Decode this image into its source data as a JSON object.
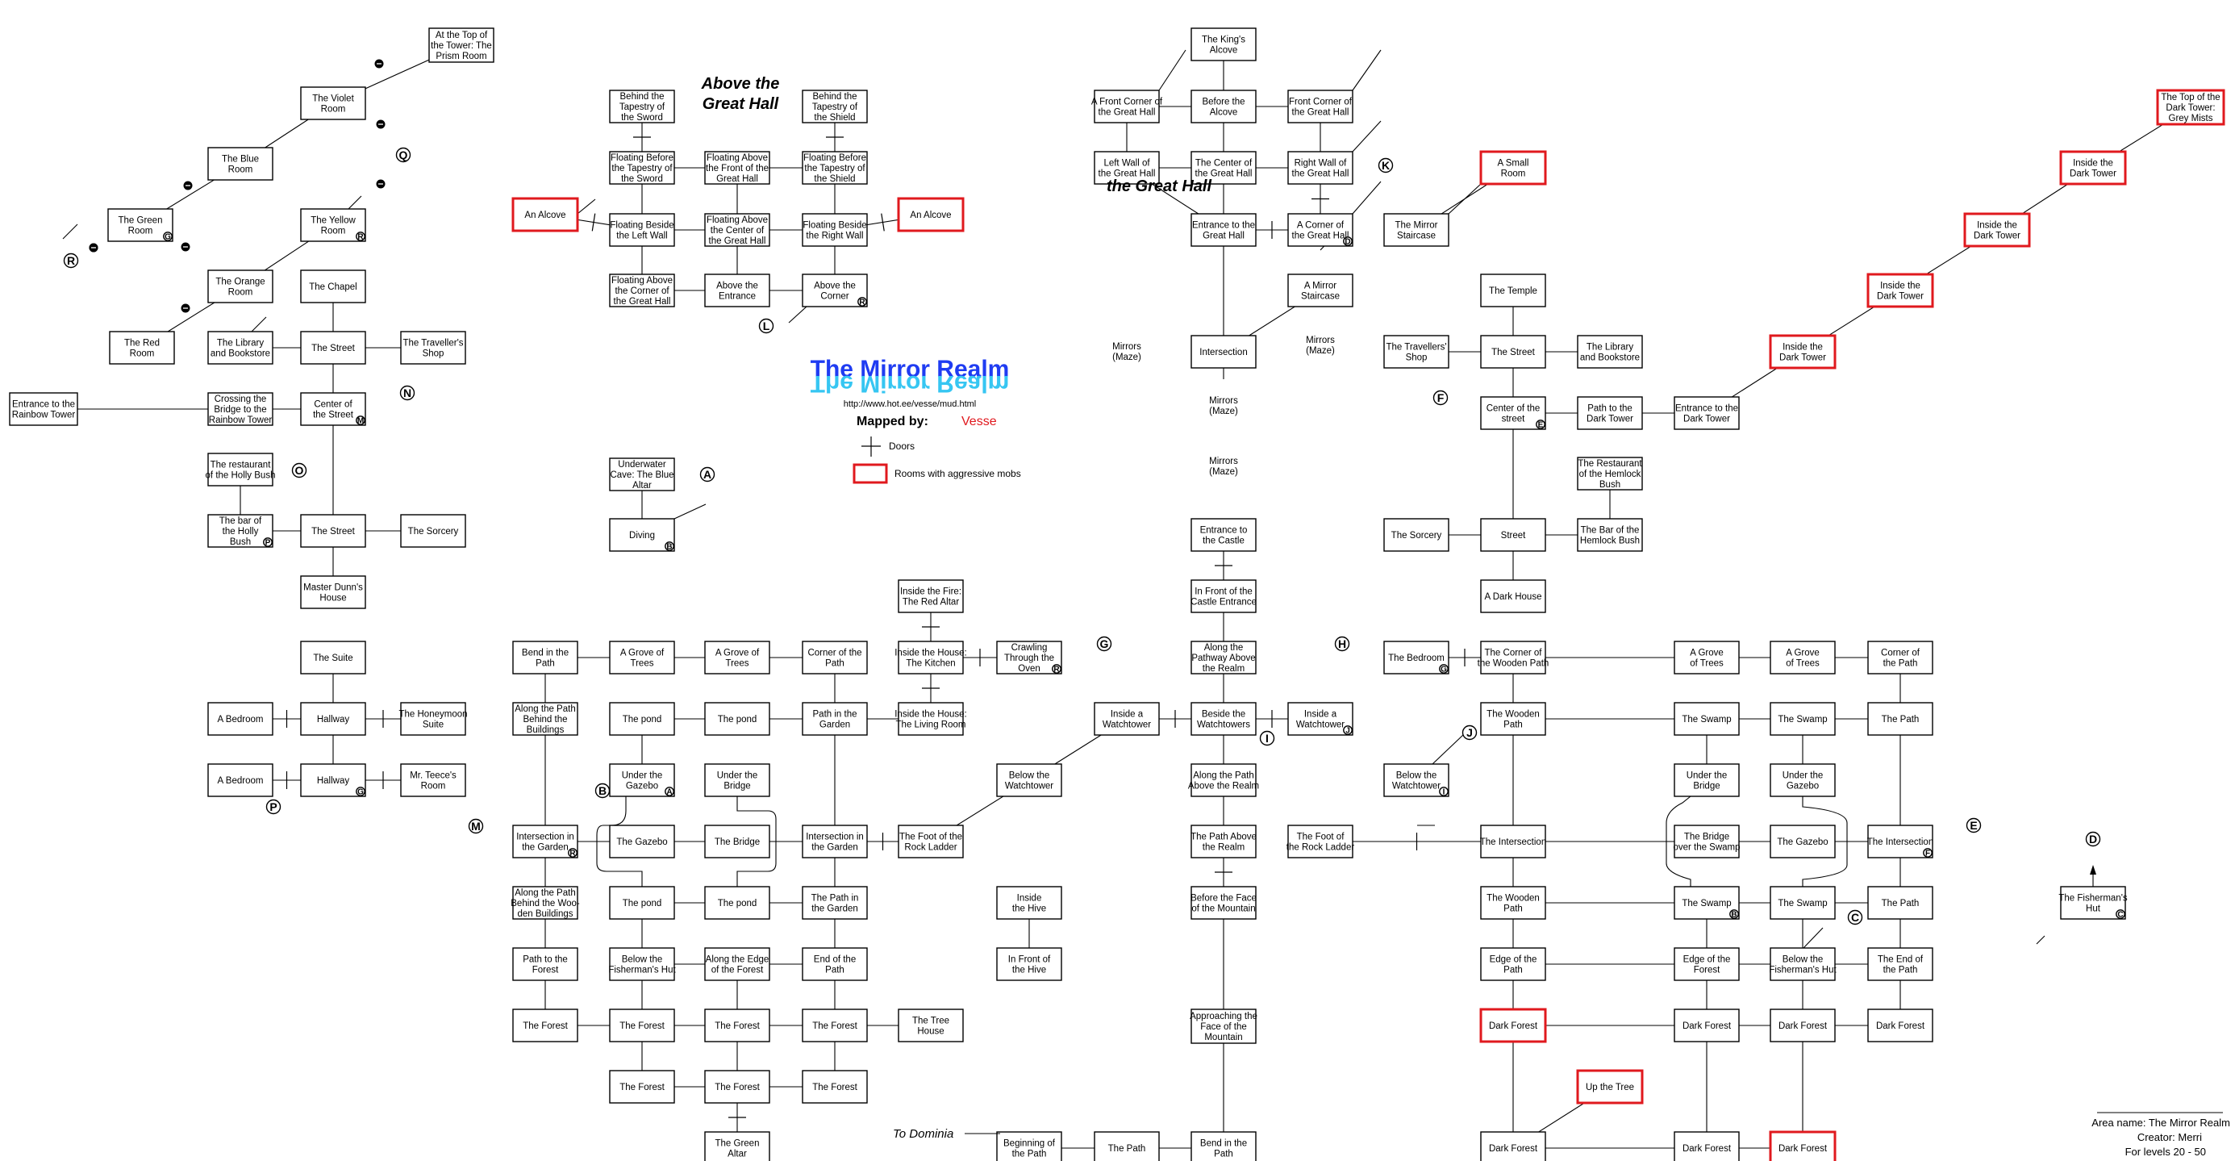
{
  "header": {
    "title": "The Mirror Realm",
    "title_reflection": "The Mirror Realm",
    "url": "http://www.hot.ee/vesse/mud.html",
    "mapped_by_label": "Mapped by:",
    "mapper": "Vesse",
    "above_heading": "Above the\nGreat Hall",
    "great_hall_heading": "the Great Hall"
  },
  "legend": {
    "doors": "Doors",
    "aggressive": "Rooms with aggressive mobs"
  },
  "info": {
    "area": "Area name: The Mirror Realm",
    "creator": "Creator: Merri",
    "levels": "For levels 20 - 50"
  },
  "exit_label": "To Dominia",
  "colors": {
    "aggressive_border": "#e0191e",
    "title": "#1f3cf2",
    "title_reflection": "#36c6f2"
  },
  "rooms": [
    {
      "id": "prism",
      "label": "At the Top of\nthe Tower: The\nPrism Room"
    },
    {
      "id": "violet",
      "label": "The Violet\nRoom"
    },
    {
      "id": "blue",
      "label": "The Blue\nRoom"
    },
    {
      "id": "green",
      "label": "The Green\nRoom"
    },
    {
      "id": "yellow",
      "label": "The Yellow\nRoom"
    },
    {
      "id": "orange",
      "label": "The Orange\nRoom"
    },
    {
      "id": "chapel",
      "label": "The Chapel"
    },
    {
      "id": "red",
      "label": "The Red\nRoom"
    },
    {
      "id": "library1",
      "label": "The Library\nand Bookstore"
    },
    {
      "id": "street1",
      "label": "The Street"
    },
    {
      "id": "traveller1",
      "label": "The Traveller's\nShop"
    },
    {
      "id": "ent_rainbow",
      "label": "Entrance to the\nRainbow Tower"
    },
    {
      "id": "crossing",
      "label": "Crossing the\nBridge to the\nRainbow Tower"
    },
    {
      "id": "center1",
      "label": "Center of\nthe Street"
    },
    {
      "id": "rest_holly",
      "label": "The restaurant\nof the Holly Bush"
    },
    {
      "id": "bar_holly",
      "label": "The bar of\nthe Holly\nBush"
    },
    {
      "id": "street2",
      "label": "The Street"
    },
    {
      "id": "sorcery1",
      "label": "The Sorcery"
    },
    {
      "id": "dunn",
      "label": "Master Dunn's\nHouse"
    },
    {
      "id": "tap_sword",
      "label": "Behind the\nTapestry of\nthe Sword"
    },
    {
      "id": "tap_shield",
      "label": "Behind the\nTapestry of\nthe Shield"
    },
    {
      "id": "fl_tap_sword",
      "label": "Floating Before\nthe Tapestry of\nthe Sword"
    },
    {
      "id": "fl_front",
      "label": "Floating Above\nthe Front of the\nGreat Hall"
    },
    {
      "id": "fl_tap_shield",
      "label": "Floating Before\nthe Tapestry of\nthe Shield"
    },
    {
      "id": "alcove_l",
      "label": "An Alcove",
      "aggressive": true
    },
    {
      "id": "fl_left",
      "label": "Floating Beside\nthe Left Wall"
    },
    {
      "id": "fl_center",
      "label": "Floating Above\nthe Center of\nthe Great Hall"
    },
    {
      "id": "fl_right",
      "label": "Floating Beside\nthe Right Wall"
    },
    {
      "id": "alcove_r",
      "label": "An Alcove",
      "aggressive": true
    },
    {
      "id": "fl_corner",
      "label": "Floating Above\nthe Corner of\nthe Great Hall"
    },
    {
      "id": "ab_entrance",
      "label": "Above the\nEntrance"
    },
    {
      "id": "ab_corner",
      "label": "Above the\nCorner"
    },
    {
      "id": "kings",
      "label": "The King's\nAlcove"
    },
    {
      "id": "afront_corner",
      "label": "A Front Corner of\nthe Great Hall"
    },
    {
      "id": "before_alcove",
      "label": "Before the\nAlcove"
    },
    {
      "id": "front_corner",
      "label": "Front Corner of\nthe Great Hall"
    },
    {
      "id": "left_wall",
      "label": "Left Wall of\nthe Great Hall"
    },
    {
      "id": "center_gh",
      "label": "The Center of\nthe Great Hall"
    },
    {
      "id": "right_wall",
      "label": "Right Wall of\nthe Great Hall"
    },
    {
      "id": "ent_gh",
      "label": "Entrance to the\nGreat Hall"
    },
    {
      "id": "corner_gh",
      "label": "A Corner of\nthe Great Hall"
    },
    {
      "id": "mirror_stair1",
      "label": "A Mirror\nStaircase"
    },
    {
      "id": "intersection_gh",
      "label": "Intersection"
    },
    {
      "id": "small_room",
      "label": "A Small\nRoom",
      "aggressive": true
    },
    {
      "id": "mirror_stair2",
      "label": "The Mirror\nStaircase"
    },
    {
      "id": "temple",
      "label": "The Temple"
    },
    {
      "id": "trav2",
      "label": "The Travellers'\nShop"
    },
    {
      "id": "street3",
      "label": "The Street"
    },
    {
      "id": "library2",
      "label": "The Library\nand Bookstore"
    },
    {
      "id": "center2",
      "label": "Center of the\nstreet"
    },
    {
      "id": "path_dark",
      "label": "Path to the\nDark Tower"
    },
    {
      "id": "ent_dark",
      "label": "Entrance to the\nDark Tower"
    },
    {
      "id": "dt1",
      "label": "Inside the\nDark Tower",
      "aggressive": true
    },
    {
      "id": "dt2",
      "label": "Inside the\nDark Tower",
      "aggressive": true
    },
    {
      "id": "dt3",
      "label": "Inside the\nDark Tower",
      "aggressive": true
    },
    {
      "id": "dt4",
      "label": "Inside the\nDark Tower",
      "aggressive": true
    },
    {
      "id": "dt_top",
      "label": "The Top of the\nDark Tower:\nGrey Mists",
      "aggressive": true
    },
    {
      "id": "rest_hemlock",
      "label": "The Restaurant\nof the Hemlock\nBush"
    },
    {
      "id": "bar_hemlock",
      "label": "The Bar of the\nHemlock Bush"
    },
    {
      "id": "sorcery2",
      "label": "The Sorcery"
    },
    {
      "id": "street4",
      "label": "Street"
    },
    {
      "id": "dark_house",
      "label": "A Dark House"
    },
    {
      "id": "underwater",
      "label": "Underwater\nCave: The Blue\nAltar"
    },
    {
      "id": "diving",
      "label": "Diving"
    },
    {
      "id": "ent_castle",
      "label": "Entrance to\nthe Castle"
    },
    {
      "id": "front_castle",
      "label": "In Front of the\nCastle Entrance"
    },
    {
      "id": "along_above",
      "label": "Along the\nPathway Above\nthe Realm"
    },
    {
      "id": "suite",
      "label": "The Suite"
    },
    {
      "id": "bedroom1",
      "label": "A Bedroom"
    },
    {
      "id": "hallway1",
      "label": "Hallway"
    },
    {
      "id": "honeymoon",
      "label": "The Honeymoon\nSuite"
    },
    {
      "id": "bedroom2",
      "label": "A Bedroom"
    },
    {
      "id": "hallway2",
      "label": "Hallway"
    },
    {
      "id": "teece",
      "label": "Mr. Teece's\nRoom"
    },
    {
      "id": "fire",
      "label": "Inside the Fire:\nThe Red Altar"
    },
    {
      "id": "kitchen",
      "label": "Inside the House:\nThe Kitchen"
    },
    {
      "id": "crawling",
      "label": "Crawling\nThrough the\nOven"
    },
    {
      "id": "living",
      "label": "Inside the House:\nThe Living Room"
    },
    {
      "id": "bend1",
      "label": "Bend in the\nPath"
    },
    {
      "id": "grove1",
      "label": "A Grove of\nTrees"
    },
    {
      "id": "grove2",
      "label": "A Grove of\nTrees"
    },
    {
      "id": "corner_path1",
      "label": "Corner of the\nPath"
    },
    {
      "id": "along_behind",
      "label": "Along the Path\nBehind the\nBuildings"
    },
    {
      "id": "pond1",
      "label": "The pond"
    },
    {
      "id": "pond2",
      "label": "The pond"
    },
    {
      "id": "path_garden1",
      "label": "Path in the\nGarden"
    },
    {
      "id": "under_gazebo1",
      "label": "Under the\nGazebo"
    },
    {
      "id": "under_bridge1",
      "label": "Under the\nBridge"
    },
    {
      "id": "inter_garden1",
      "label": "Intersection in\nthe Garden"
    },
    {
      "id": "gazebo1",
      "label": "The Gazebo"
    },
    {
      "id": "bridge1",
      "label": "The Bridge"
    },
    {
      "id": "inter_garden2",
      "label": "Intersection in\nthe Garden"
    },
    {
      "id": "foot_rock1",
      "label": "The Foot of the\nRock Ladder"
    },
    {
      "id": "along_wooden",
      "label": "Along the Path\nBehind the Woo-\nden Buildings"
    },
    {
      "id": "pond3",
      "label": "The pond"
    },
    {
      "id": "pond4",
      "label": "The pond"
    },
    {
      "id": "path_garden2",
      "label": "The Path in\nthe Garden"
    },
    {
      "id": "path_forest",
      "label": "Path to the\nForest"
    },
    {
      "id": "below_fisher1",
      "label": "Below the\nFisherman's Hut"
    },
    {
      "id": "along_edge",
      "label": "Along the Edge\nof the Forest"
    },
    {
      "id": "end_path1",
      "label": "End of the\nPath"
    },
    {
      "id": "forest1",
      "label": "The Forest"
    },
    {
      "id": "forest2",
      "label": "The Forest"
    },
    {
      "id": "forest3",
      "label": "The Forest"
    },
    {
      "id": "forest4",
      "label": "The Forest"
    },
    {
      "id": "forest5",
      "label": "The Forest"
    },
    {
      "id": "forest6",
      "label": "The Forest"
    },
    {
      "id": "forest7",
      "label": "The Forest"
    },
    {
      "id": "green_altar",
      "label": "The Green\nAltar"
    },
    {
      "id": "inside_watch",
      "label": "Inside a\nWatchtower"
    },
    {
      "id": "below_watch1",
      "label": "Below the\nWatchtower"
    },
    {
      "id": "beside_watch",
      "label": "Beside the\nWatchtowers"
    },
    {
      "id": "inside_watch2",
      "label": "Inside a\nWatchtower"
    },
    {
      "id": "along_above2",
      "label": "Along the Path\nAbove the Realm"
    },
    {
      "id": "path_above",
      "label": "The Path Above\nthe Realm"
    },
    {
      "id": "before_face",
      "label": "Before the Face\nof the Mountain"
    },
    {
      "id": "inside_hive",
      "label": "Inside\nthe Hive"
    },
    {
      "id": "front_hive",
      "label": "In Front of\nthe Hive"
    },
    {
      "id": "tree_house",
      "label": "The Tree\nHouse"
    },
    {
      "id": "approaching",
      "label": "Approaching the\nFace of the\nMountain"
    },
    {
      "id": "beginning",
      "label": "Beginning of\nthe Path"
    },
    {
      "id": "the_path1",
      "label": "The Path"
    },
    {
      "id": "bend2",
      "label": "Bend in the\nPath"
    },
    {
      "id": "bedroom3",
      "label": "The Bedroom"
    },
    {
      "id": "corner_wooden",
      "label": "The Corner of\nthe Wooden Path"
    },
    {
      "id": "grove3",
      "label": "A Grove\nof Trees"
    },
    {
      "id": "grove4",
      "label": "A Grove\nof Trees"
    },
    {
      "id": "corner_path2",
      "label": "Corner of\nthe Path"
    },
    {
      "id": "wooden1",
      "label": "The Wooden\nPath"
    },
    {
      "id": "swamp1",
      "label": "The Swamp"
    },
    {
      "id": "swamp2",
      "label": "The Swamp"
    },
    {
      "id": "the_path2",
      "label": "The Path"
    },
    {
      "id": "below_watch2",
      "label": "Below the\nWatchtower"
    },
    {
      "id": "under_bridge2",
      "label": "Under the\nBridge"
    },
    {
      "id": "under_gazebo2",
      "label": "Under the\nGazebo"
    },
    {
      "id": "foot_rock2",
      "label": "The Foot of\nthe Rock Ladder"
    },
    {
      "id": "inter1",
      "label": "The Intersection"
    },
    {
      "id": "bridge_swamp",
      "label": "The Bridge\nover the Swamp"
    },
    {
      "id": "gazebo2",
      "label": "The Gazebo"
    },
    {
      "id": "inter2",
      "label": "The Intersection"
    },
    {
      "id": "wooden2",
      "label": "The Wooden\nPath"
    },
    {
      "id": "swamp3",
      "label": "The Swamp"
    },
    {
      "id": "swamp4",
      "label": "The Swamp"
    },
    {
      "id": "the_path3",
      "label": "The Path"
    },
    {
      "id": "fisher_hut",
      "label": "The Fisherman's\nHut"
    },
    {
      "id": "edge_path",
      "label": "Edge of the\nPath"
    },
    {
      "id": "edge_forest",
      "label": "Edge of the\nForest"
    },
    {
      "id": "below_fisher2",
      "label": "Below the\nFisherman's Hut"
    },
    {
      "id": "end_path2",
      "label": "The End of\nthe Path"
    },
    {
      "id": "dark_forest1",
      "label": "Dark Forest",
      "aggressive": true
    },
    {
      "id": "dark_forest2",
      "label": "Dark Forest"
    },
    {
      "id": "dark_forest3",
      "label": "Dark Forest"
    },
    {
      "id": "dark_forest4",
      "label": "Dark Forest"
    },
    {
      "id": "up_tree",
      "label": "Up the Tree",
      "aggressive": true
    },
    {
      "id": "dark_forest5",
      "label": "Dark Forest"
    },
    {
      "id": "dark_forest6",
      "label": "Dark Forest"
    },
    {
      "id": "dark_forest7",
      "label": "Dark Forest",
      "aggressive": true
    }
  ],
  "labels": [
    {
      "id": "mirrors1",
      "text": "Mirrors\n(Maze)"
    },
    {
      "id": "mirrors2",
      "text": "Mirrors\n(Maze)"
    },
    {
      "id": "mirrors3",
      "text": "Mirrors\n(Maze)"
    },
    {
      "id": "mirrors4",
      "text": "Mirrors\n(Maze)"
    }
  ],
  "markers": [
    {
      "id": "mk_R1",
      "letter": "R"
    },
    {
      "id": "mk_Q",
      "letter": "Q"
    },
    {
      "id": "mk_N",
      "letter": "N"
    },
    {
      "id": "mk_O",
      "letter": "O"
    },
    {
      "id": "mk_P",
      "letter": "P"
    },
    {
      "id": "mk_K",
      "letter": "K"
    },
    {
      "id": "mk_L",
      "letter": "L"
    },
    {
      "id": "mk_F",
      "letter": "F"
    },
    {
      "id": "mk_A",
      "letter": "A"
    },
    {
      "id": "mk_G",
      "letter": "G"
    },
    {
      "id": "mk_H",
      "letter": "H"
    },
    {
      "id": "mk_I",
      "letter": "I"
    },
    {
      "id": "mk_J",
      "letter": "J"
    },
    {
      "id": "mk_B",
      "letter": "B"
    },
    {
      "id": "mk_M",
      "letter": "M"
    },
    {
      "id": "mk_E",
      "letter": "E"
    },
    {
      "id": "mk_D",
      "letter": "D"
    },
    {
      "id": "mk_C",
      "letter": "C"
    }
  ],
  "small_markers": [
    {
      "room": "green",
      "letter": "G"
    },
    {
      "room": "yellow",
      "letter": "R"
    },
    {
      "room": "center1",
      "letter": "M"
    },
    {
      "room": "bar_holly",
      "letter": "P"
    },
    {
      "room": "ab_corner",
      "letter": "R"
    },
    {
      "room": "corner_gh",
      "letter": "D"
    },
    {
      "room": "center2",
      "letter": "E"
    },
    {
      "room": "diving",
      "letter": "B"
    },
    {
      "room": "hallway2",
      "letter": "G"
    },
    {
      "room": "crawling",
      "letter": "R"
    },
    {
      "room": "under_gazebo1",
      "letter": "A"
    },
    {
      "room": "inter_garden1",
      "letter": "R"
    },
    {
      "room": "inside_watch2",
      "letter": "J"
    },
    {
      "room": "below_watch2",
      "letter": "I"
    },
    {
      "room": "bedroom3",
      "letter": "G"
    },
    {
      "room": "inter2",
      "letter": "F"
    },
    {
      "room": "swamp3",
      "letter": "B"
    },
    {
      "room": "fisher_hut",
      "letter": "C"
    }
  ]
}
